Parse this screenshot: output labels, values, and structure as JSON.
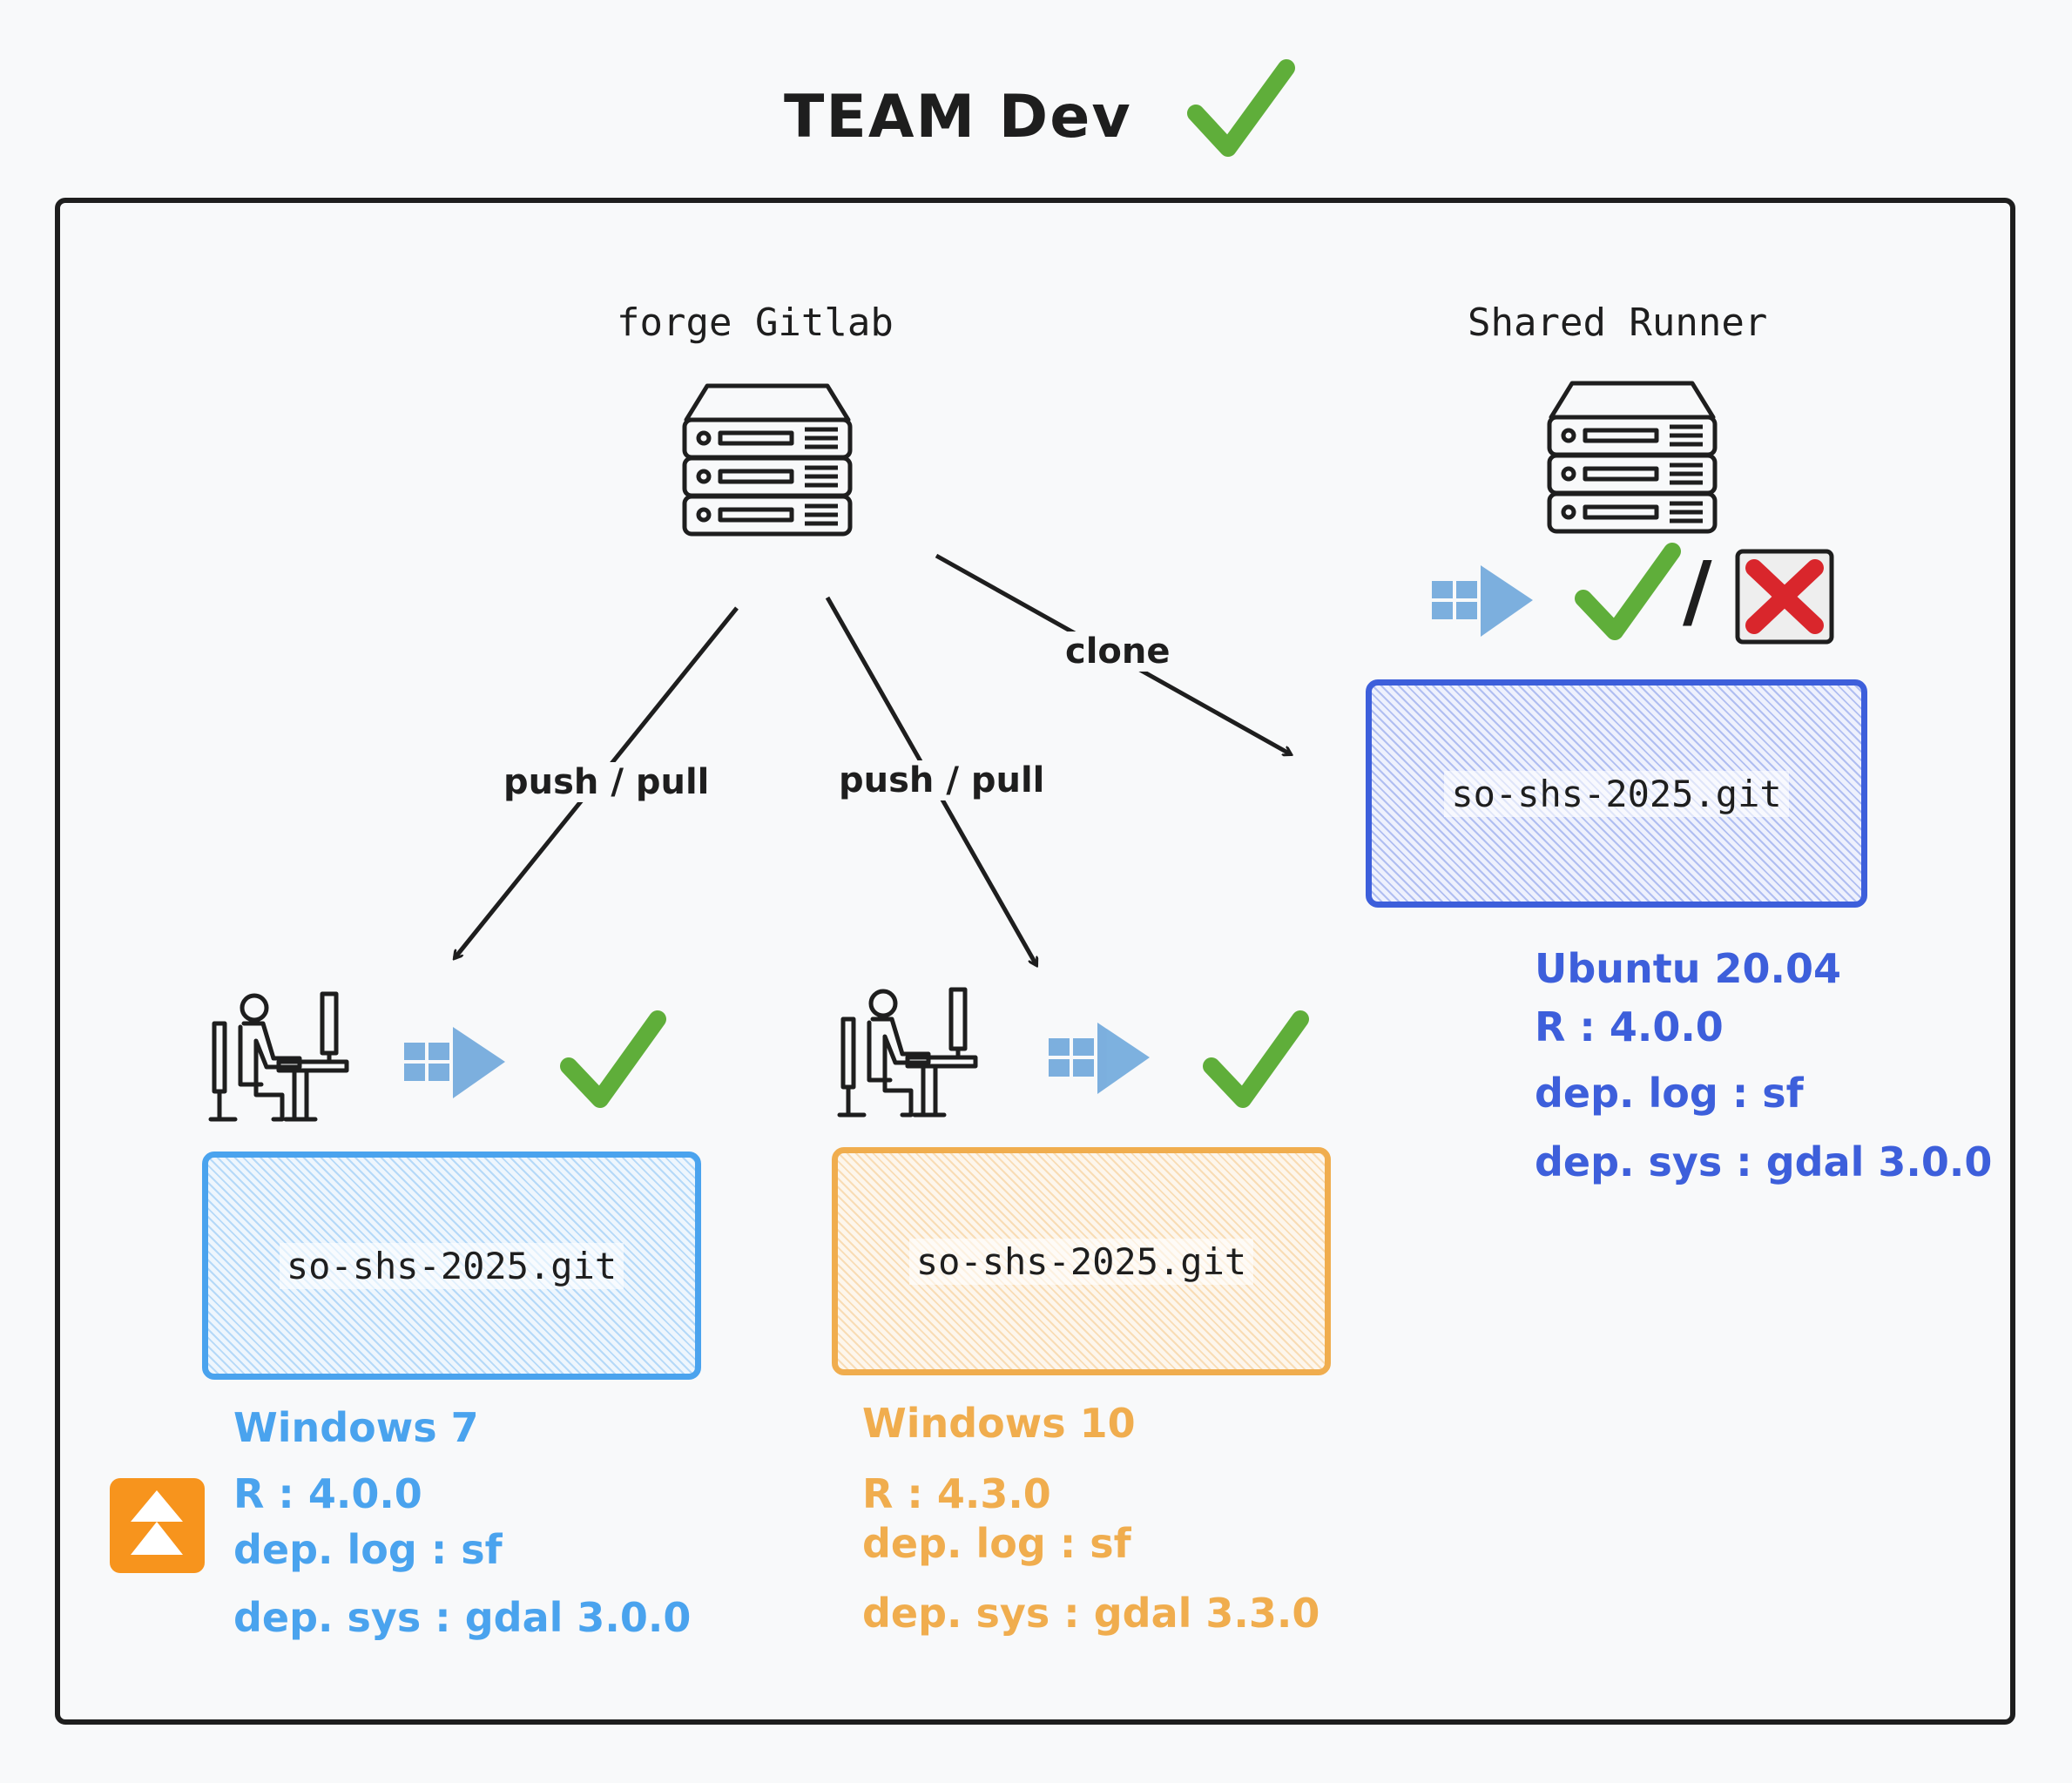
{
  "title": "TEAM Dev",
  "nodes": {
    "gitlab": {
      "label": "forge Gitlab"
    },
    "runner": {
      "label": "Shared Runner"
    }
  },
  "edges": [
    {
      "label": "push / pull"
    },
    {
      "label": "push / pull"
    },
    {
      "label": "clone"
    }
  ],
  "runner_status_separator": "/",
  "repos": [
    {
      "label": "so-shs-2025.git",
      "color": "#4aa3ee",
      "specs": [
        "Windows 7",
        "R : 4.0.0",
        "dep. log : sf",
        "dep. sys : gdal 3.0.0"
      ],
      "status": "check-icon",
      "badge": "upgrade-icon"
    },
    {
      "label": "so-shs-2025.git",
      "color": "#f0ad4e",
      "specs": [
        "Windows 10",
        "R : 4.3.0",
        "dep. log : sf",
        "dep. sys : gdal 3.3.0"
      ],
      "status": "check-icon"
    },
    {
      "label": "so-shs-2025.git",
      "color": "#3d5fdb",
      "specs": [
        "Ubuntu 20.04",
        "R : 4.0.0",
        "dep. log : sf",
        "dep. sys : gdal 3.0.0"
      ],
      "status": "check-or-cross-icon"
    }
  ]
}
